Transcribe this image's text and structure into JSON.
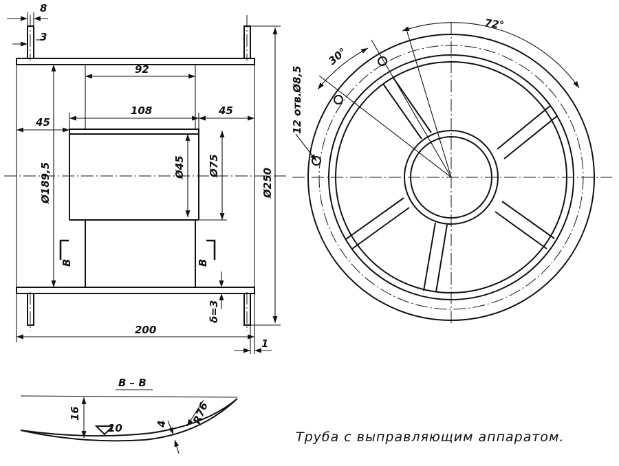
{
  "labels": {
    "dim_8": "8",
    "dim_3": "3",
    "dim_92": "92",
    "dim_108": "108",
    "dim_45_left": "45",
    "dim_45_right": "45",
    "dim_d45": "Ø45",
    "dim_d75": "Ø75",
    "dim_d189": "Ø189,5",
    "dim_d250": "Ø250",
    "dim_200": "200",
    "dim_1": "1",
    "dim_delta3": "δ=3",
    "section_mark_left": "В",
    "section_mark_right": "В",
    "holes_note": "12 отв.Ø8,5",
    "angle_72": "72°",
    "angle_30": "30°",
    "section_title": "В – В",
    "sec_dim_16": "16",
    "sec_dim_10": "10",
    "sec_dim_4": "4",
    "sec_dim_r76": "R76",
    "caption": "Труба с выправляющим аппаратом."
  }
}
